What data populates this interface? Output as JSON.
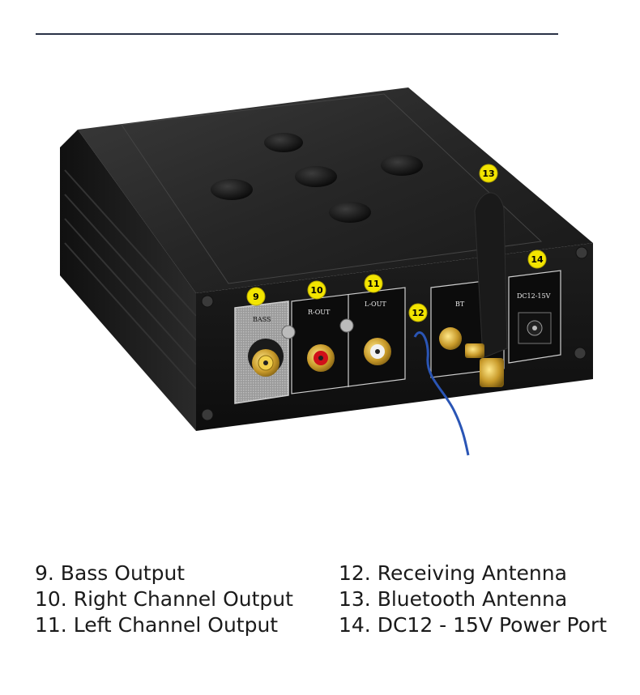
{
  "callouts": {
    "c9": "9",
    "c10": "10",
    "c11": "11",
    "c12": "12",
    "c13": "13",
    "c14": "14"
  },
  "panel_labels": {
    "bass": "BASS",
    "r_out": "R-OUT",
    "l_out": "L-OUT",
    "bt": "BT",
    "dc": "DC12-15V"
  },
  "legend": {
    "left": [
      "9. Bass Output",
      "10. Right Channel Output",
      "11. Left Channel Output"
    ],
    "right": [
      "12. Receiving Antenna",
      "13. Bluetooth Antenna",
      "14. DC12 - 15V Power Port"
    ]
  },
  "colors": {
    "callout_fill": "#f3e500",
    "chassis": "#1b1b1b",
    "rule": "#2a3247"
  }
}
